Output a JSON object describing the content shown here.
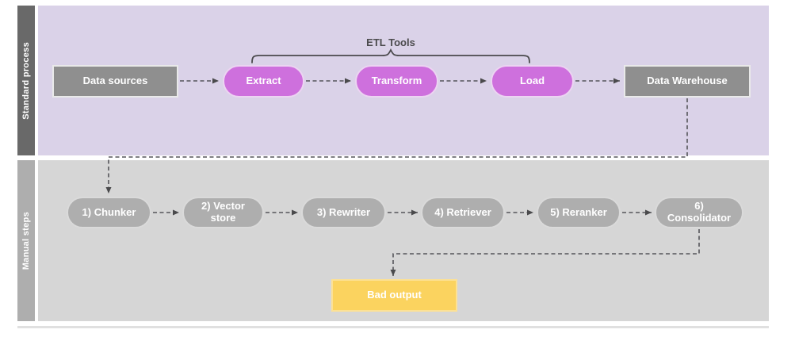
{
  "lanes": {
    "standard": {
      "label": "Standard process"
    },
    "manual": {
      "label": "Manual steps"
    }
  },
  "annotations": {
    "etl_tools": "ETL Tools"
  },
  "nodes": {
    "data_sources": {
      "label": "Data sources"
    },
    "extract": {
      "label": "Extract"
    },
    "transform": {
      "label": "Transform"
    },
    "load": {
      "label": "Load"
    },
    "data_warehouse": {
      "label": "Data Warehouse"
    },
    "chunker": {
      "label": "1) Chunker"
    },
    "vector_store": {
      "label": "2) Vector store"
    },
    "rewriter": {
      "label": "3) Rewriter"
    },
    "retriever": {
      "label": "4) Retriever"
    },
    "reranker": {
      "label": "5) Reranker"
    },
    "consolidator": {
      "label": "6) Consolidator"
    },
    "bad_output": {
      "label": "Bad output"
    }
  },
  "colors": {
    "standard_lane_bg": "#DAD2E8",
    "standard_lane_bar": "#696969",
    "manual_lane_bg": "#D6D6D6",
    "manual_lane_bar": "#AEAEAE",
    "etl_pill": "#CE70DD",
    "gray_box": "#8F8F8F",
    "gray_pill": "#AEAEAE",
    "bad_output": "#FBD35F",
    "connector": "#4A4A4C"
  }
}
